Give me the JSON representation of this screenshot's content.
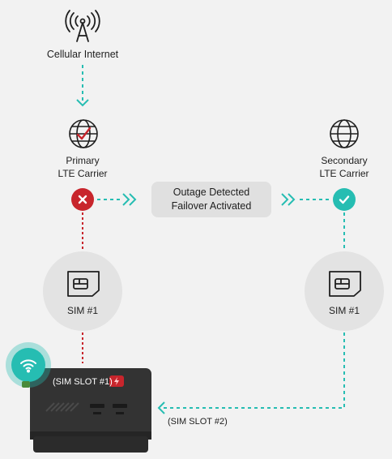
{
  "internet": {
    "label": "Cellular Internet"
  },
  "primary": {
    "line1": "Primary",
    "line2": "LTE Carrier",
    "sim_label": "SIM #1"
  },
  "secondary": {
    "line1": "Secondary",
    "line2": "LTE Carrier",
    "sim_label": "SIM #1"
  },
  "failover": {
    "line1": "Outage Detected",
    "line2": "Failover Activated"
  },
  "device": {
    "slot1_label": "(SIM SLOT #1)",
    "slot2_label": "(SIM SLOT #2)"
  },
  "colors": {
    "teal": "#26bdb2",
    "red": "#c8252c",
    "dark": "#2a2a2a",
    "circle": "#e3e3e3",
    "pill": "#e0e0e0"
  },
  "icons": [
    "antenna-icon",
    "globe-check-icon",
    "globe-icon",
    "x-icon",
    "check-icon",
    "sim-card-icon",
    "wifi-icon",
    "lightning-icon"
  ]
}
